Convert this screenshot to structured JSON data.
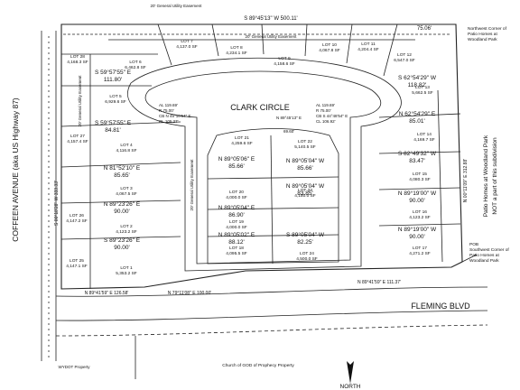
{
  "streets": {
    "clark": "CLARK CIRCLE",
    "fleming": "FLEMING BLVD",
    "coffeen": "COFFEEN AVENUE (aka US Highway 87)"
  },
  "boundary": {
    "north": "S 89°45'13\" W 500.11'",
    "south": "N 89°41'59\" E 111.37'",
    "west": "S 00°18'28\" W 333.33'",
    "east": "N 00°11'09\" E 312.88'",
    "south_arc": "N 79°11'08\" E 100.00'",
    "south_west": "N 89°41'59\" E 126.58'",
    "nw_dist": "75.06'"
  },
  "easements": {
    "north": "20' General Utility Easement",
    "inner": "20' General Utility Easement",
    "west": "20' General Utility Easement",
    "mid": "20' General Utility Easement"
  },
  "curves": {
    "west": [
      "AL 119.69'",
      "R 75.00'",
      "CB N 45°10'54\" E",
      "CL 105.27'"
    ],
    "east": [
      "AL 119.69'",
      "R 75.00'",
      "CB S 44°48'54\" E",
      "CL 106.92'"
    ],
    "top": "N 89°45'13\" E",
    "top_dist": "69.60'"
  },
  "notes": {
    "nw_corner": [
      "Northwest Corner of",
      "Patio Homes at",
      "Woodland Park"
    ],
    "not_part": [
      "Patio Homes at Woodland Park",
      "NOT a part of this subdivision"
    ],
    "pob": [
      "POB",
      "Southwest Corner of",
      "Patio Homes at",
      "Woodland Park"
    ],
    "church": "Church of GOD of Prophecy Property",
    "wydot": "WYDOT Property",
    "north": "NORTH"
  },
  "lots": [
    {
      "name": "LOT 28",
      "area": "4,168.3 SF"
    },
    {
      "name": "LOT 7",
      "area": "4,137.0 SF"
    },
    {
      "name": "LOT 8",
      "area": "4,234.1 SF"
    },
    {
      "name": "LOT 9",
      "area": "4,158.6 SF"
    },
    {
      "name": "LOT 10",
      "area": "4,067.8 SF"
    },
    {
      "name": "LOT 11",
      "area": "4,204.4 SF"
    },
    {
      "name": "LOT 12",
      "area": "6,547.0 SF"
    },
    {
      "name": "LOT 6",
      "area": "6,462.8 SF"
    },
    {
      "name": "LOT 5",
      "area": "6,929.6 SF"
    },
    {
      "name": "LOT 27",
      "area": "4,157.4 SF"
    },
    {
      "name": "LOT 4",
      "area": "4,116.8 SF"
    },
    {
      "name": "LOT 3",
      "area": "4,067.5 SF"
    },
    {
      "name": "LOT 2",
      "area": "4,123.2 SF"
    },
    {
      "name": "LOT 1",
      "area": "5,353.2 SF"
    },
    {
      "name": "LOT 26",
      "area": "4,147.2 SF"
    },
    {
      "name": "LOT 25",
      "area": "4,147.1 SF"
    },
    {
      "name": "LOT 13",
      "area": "5,662.5 SF"
    },
    {
      "name": "LOT 14",
      "area": "4,169.7 SF"
    },
    {
      "name": "LOT 15",
      "area": "4,080.3 SF"
    },
    {
      "name": "LOT 16",
      "area": "4,123.2 SF"
    },
    {
      "name": "LOT 17",
      "area": "4,271.2 SF"
    },
    {
      "name": "LOT 21",
      "area": "4,259.6 SF"
    },
    {
      "name": "LOT 22",
      "area": "5,140.5 SF"
    },
    {
      "name": "LOT 20",
      "area": "4,000.0 SF"
    },
    {
      "name": "LOT 23",
      "area": "4,150.0 SF"
    },
    {
      "name": "LOT 19",
      "area": "4,000.0 SF"
    },
    {
      "name": "LOT 24",
      "area": "4,500.0 SF"
    },
    {
      "name": "LOT 18",
      "area": "4,095.5 SF"
    }
  ],
  "bearings": {
    "b1": "N 81°52'10\" E",
    "b1d": "85.65'",
    "b2": "N 89°23'26\" E",
    "b2d": "90.00'",
    "b3": "S 89°23'26\" E",
    "b3d": "90.00'",
    "b4": "N 89°05'06\" E",
    "b4d": "85.66'",
    "b5": "N 89°05'04\" E",
    "b5d": "86.90'",
    "b6": "N 89°05'02\" E",
    "b6d": "88.12'",
    "b7": "N 89°05'04\" W",
    "b7d": "83.85'",
    "b8": "S 89°05'04\" W",
    "b8d": "82.25'",
    "b9": "S 82°49'32\" W",
    "b9d": "83.47'",
    "b10": "N 89°19'00\" W",
    "b10d": "90.00'",
    "b11": "N 89°19'00\" W",
    "b11d": "90.00'",
    "b12": "S 62°54'29\" W",
    "b12d": "118.82'",
    "b13": "N 62°54'29\" E",
    "b13d": "85.01'",
    "b14": "S 59°57'55\" E",
    "b14d": "111.80'",
    "b15": "S 59°57'55\" E",
    "b15d": "84.81'",
    "b16": "N 89°05'04\" W",
    "b16d": "85.66'"
  }
}
